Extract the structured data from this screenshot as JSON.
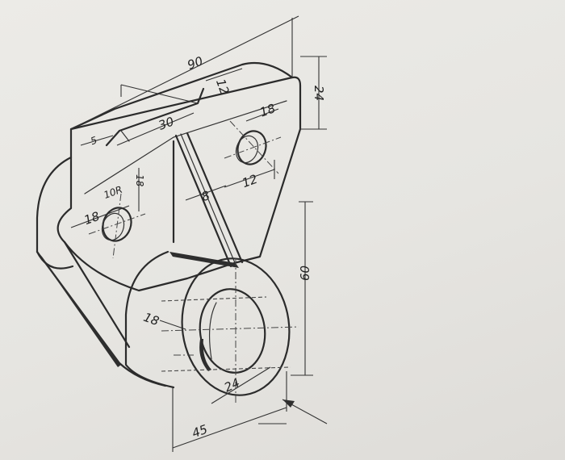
{
  "figure": {
    "dimensions": {
      "overall_width": "90",
      "back_thickness": "24",
      "slot_width": "30",
      "slot_depth": "12",
      "slot_offset": "5",
      "hole_right_dia": "18",
      "hole_right_offset": "12",
      "hole_left_dia": "18",
      "hole_left_offset": "18",
      "corner_radius": "10R",
      "rib_thickness": "8",
      "hub_height": "60",
      "hub_wall": "18",
      "bore_dia": "24",
      "hub_length": "45"
    }
  }
}
